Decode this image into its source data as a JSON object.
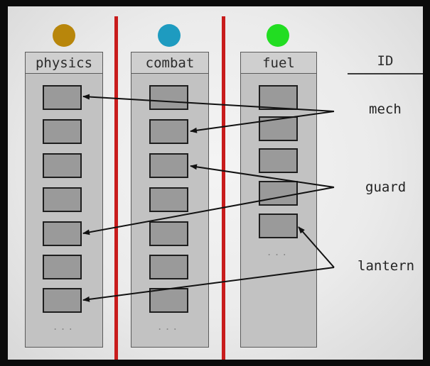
{
  "columns": [
    {
      "label": "physics",
      "color": "#b8860b",
      "ellipsis": "..."
    },
    {
      "label": "combat",
      "color": "#1e9bc0",
      "ellipsis": "..."
    },
    {
      "label": "fuel",
      "color": "#22dd22",
      "ellipsis": "..."
    }
  ],
  "id_column": {
    "header": "ID",
    "entities": [
      "mech",
      "guard",
      "lantern"
    ]
  },
  "links": [
    {
      "from": "mech",
      "to_column": "physics",
      "to_slot": 1
    },
    {
      "from": "mech",
      "to_column": "combat",
      "to_slot": 2
    },
    {
      "from": "guard",
      "to_column": "combat",
      "to_slot": 3
    },
    {
      "from": "guard",
      "to_column": "physics",
      "to_slot": 5
    },
    {
      "from": "lantern",
      "to_column": "physics",
      "to_slot": 7
    },
    {
      "from": "lantern",
      "to_column": "fuel",
      "to_slot": 5
    }
  ],
  "colors": {
    "divider": "#c81c1c",
    "slot_fill": "#9a9a9a",
    "column_fill": "#c2c2c2"
  }
}
